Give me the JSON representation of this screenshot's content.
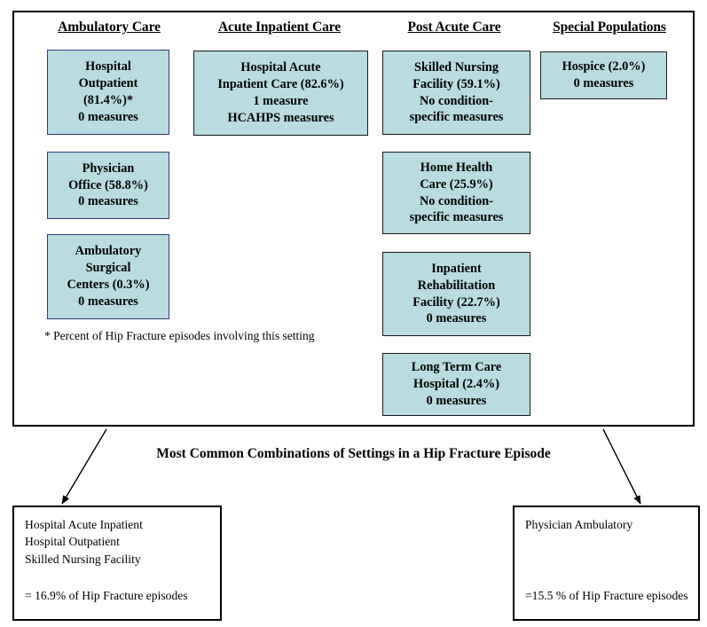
{
  "columns": [
    {
      "title": "Ambulatory Care"
    },
    {
      "title": "Acute Inpatient Care"
    },
    {
      "title": "Post Acute Care"
    },
    {
      "title": "Special Populations"
    }
  ],
  "boxes": {
    "hospital_outpatient": {
      "l1": "Hospital",
      "l2": "Outpatient",
      "l3": "(81.4%)*",
      "l4": "0 measures"
    },
    "physician_office": {
      "l1": "Physician",
      "l2": "Office (58.8%)",
      "l3": "0 measures"
    },
    "ambulatory_surgical": {
      "l1": "Ambulatory",
      "l2": "Surgical",
      "l3": "Centers (0.3%)",
      "l4": "0 measures"
    },
    "hospital_acute_inpatient": {
      "l1": "Hospital Acute",
      "l2": "Inpatient Care (82.6%)",
      "l3": "1 measure",
      "l4": "HCAHPS measures"
    },
    "skilled_nursing": {
      "l1": "Skilled Nursing",
      "l2": "Facility (59.1%)",
      "l3": "No condition-",
      "l4": "specific measures"
    },
    "home_health": {
      "l1": "Home Health",
      "l2": "Care (25.9%)",
      "l3": "No condition-",
      "l4": "specific measures"
    },
    "inpatient_rehab": {
      "l1": "Inpatient",
      "l2": "Rehabilitation",
      "l3": "Facility (22.7%)",
      "l4": "0 measures"
    },
    "long_term_care": {
      "l1": "Long Term Care",
      "l2": "Hospital (2.4%)",
      "l3": "0 measures"
    },
    "hospice": {
      "l1": "Hospice (2.0%)",
      "l2": "0 measures"
    }
  },
  "footnote": "* Percent of Hip Fracture episodes involving this setting",
  "combos_title": "Most Common Combinations of Settings in a Hip Fracture Episode",
  "combo_left": {
    "l1": "Hospital Acute Inpatient",
    "l2": "Hospital Outpatient",
    "l3": "Skilled Nursing Facility",
    "total": "= 16.9% of Hip Fracture episodes"
  },
  "combo_right": {
    "l1": "Physician Ambulatory",
    "total": "=15.5 % of Hip Fracture episodes"
  },
  "colors": {
    "box_fill": "#b8dcdf",
    "navy_border": "#2f3a7a",
    "black_border": "#000000",
    "page_background": "#ffffff",
    "text": "#000000"
  }
}
